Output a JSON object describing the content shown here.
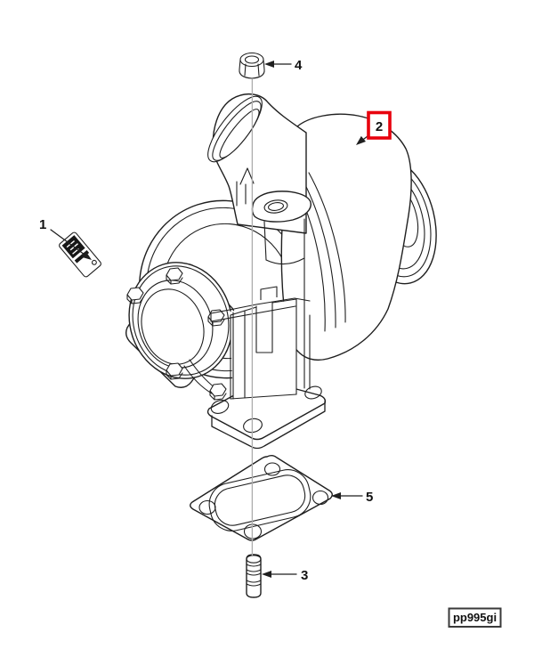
{
  "figure": {
    "code": "pp995gi",
    "colors": {
      "line": "#1f1f1f",
      "centerline": "#adadad",
      "highlight": "#e8000d",
      "background": "#ffffff"
    },
    "callouts": [
      {
        "label": "1",
        "part": "dataplate",
        "highlighted": false
      },
      {
        "label": "2",
        "part": "turbocharger",
        "highlighted": true
      },
      {
        "label": "3",
        "part": "stud",
        "highlighted": false
      },
      {
        "label": "4",
        "part": "hex-nut",
        "highlighted": false
      },
      {
        "label": "5",
        "part": "exhaust-gasket",
        "highlighted": false
      }
    ]
  }
}
